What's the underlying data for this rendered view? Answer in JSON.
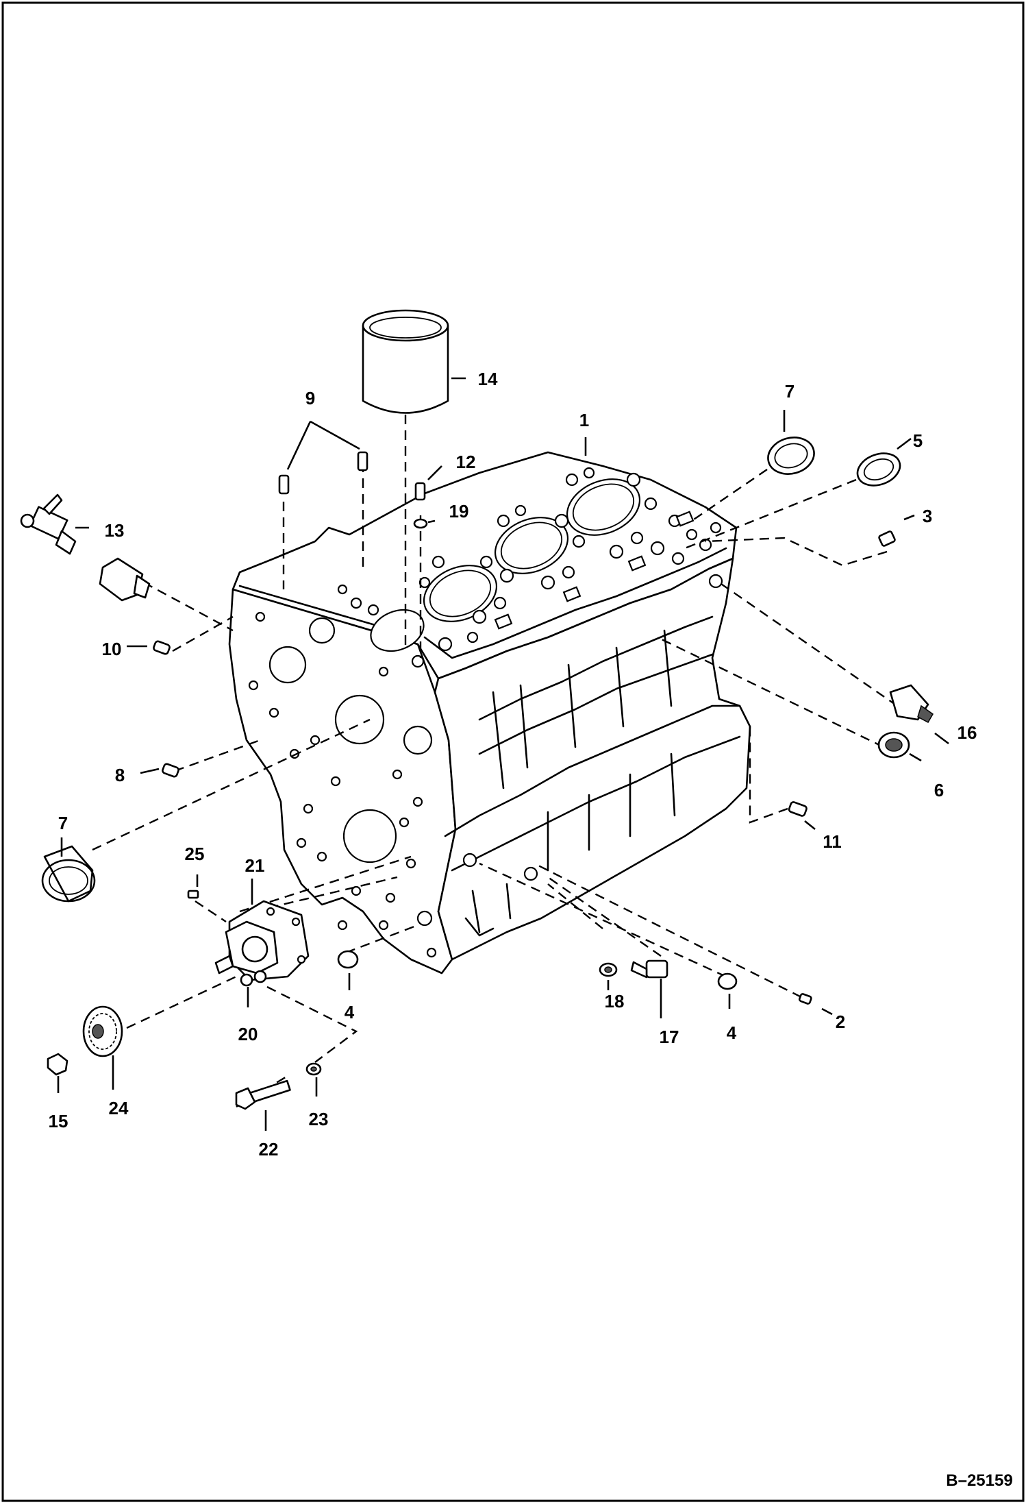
{
  "figure_id": "B–25159",
  "callouts": [
    {
      "id": "c1",
      "label": "1"
    },
    {
      "id": "c2",
      "label": "2"
    },
    {
      "id": "c3",
      "label": "3"
    },
    {
      "id": "c4a",
      "label": "4"
    },
    {
      "id": "c4b",
      "label": "4"
    },
    {
      "id": "c5",
      "label": "5"
    },
    {
      "id": "c6",
      "label": "6"
    },
    {
      "id": "c7a",
      "label": "7"
    },
    {
      "id": "c7b",
      "label": "7"
    },
    {
      "id": "c8",
      "label": "8"
    },
    {
      "id": "c9",
      "label": "9"
    },
    {
      "id": "c10",
      "label": "10"
    },
    {
      "id": "c11",
      "label": "11"
    },
    {
      "id": "c12",
      "label": "12"
    },
    {
      "id": "c13",
      "label": "13"
    },
    {
      "id": "c14",
      "label": "14"
    },
    {
      "id": "c15",
      "label": "15"
    },
    {
      "id": "c16",
      "label": "16"
    },
    {
      "id": "c17",
      "label": "17"
    },
    {
      "id": "c18",
      "label": "18"
    },
    {
      "id": "c19",
      "label": "19"
    },
    {
      "id": "c20",
      "label": "20"
    },
    {
      "id": "c21",
      "label": "21"
    },
    {
      "id": "c22",
      "label": "22"
    },
    {
      "id": "c23",
      "label": "23"
    },
    {
      "id": "c24",
      "label": "24"
    },
    {
      "id": "c25",
      "label": "25"
    }
  ]
}
